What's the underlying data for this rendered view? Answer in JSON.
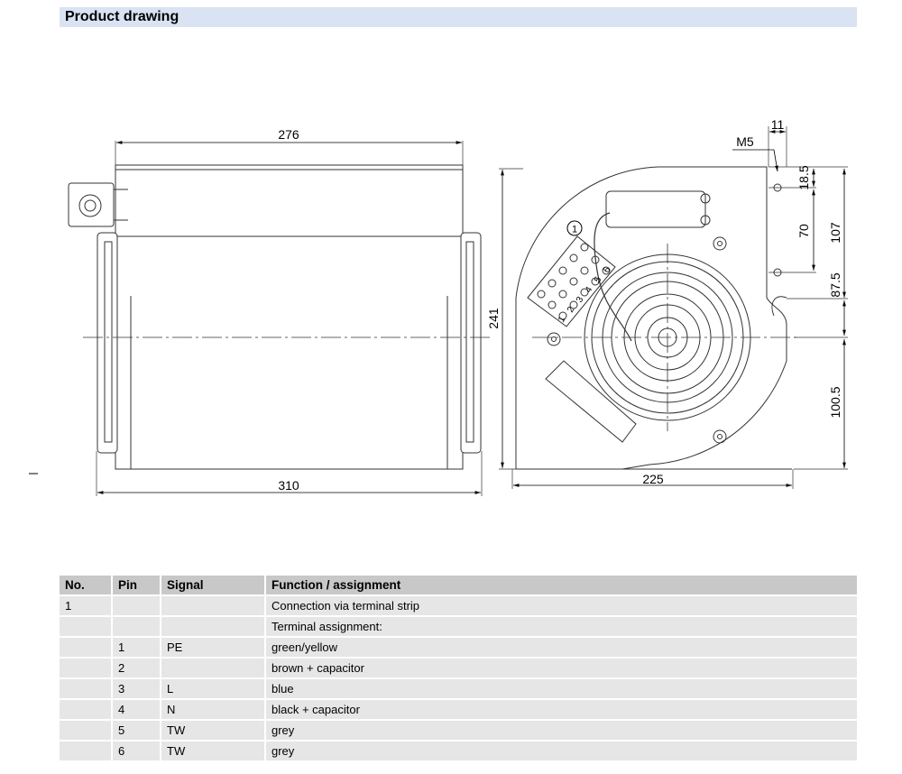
{
  "header": {
    "title": "Product drawing"
  },
  "drawing": {
    "dims": {
      "top_width": "276",
      "bottom_width": "310",
      "height": "241",
      "side_width": "225",
      "m5": "M5",
      "d11": "11",
      "d18_5": "18.5",
      "d70": "70",
      "d107": "107",
      "d87_5": "87.5",
      "d100_5": "100.5"
    },
    "callout": "1",
    "terminal_numbers": [
      "1",
      "2",
      "3",
      "4",
      "5",
      "6"
    ]
  },
  "table": {
    "headers": [
      "No.",
      "Pin",
      "Signal",
      "Function / assignment"
    ],
    "rows": [
      [
        "1",
        "",
        "",
        "Connection via terminal strip"
      ],
      [
        "",
        "",
        "",
        "Terminal assignment:"
      ],
      [
        "",
        "1",
        "PE",
        "green/yellow"
      ],
      [
        "",
        "2",
        "",
        "brown + capacitor"
      ],
      [
        "",
        "3",
        "L",
        "blue"
      ],
      [
        "",
        "4",
        "N",
        "black + capacitor"
      ],
      [
        "",
        "5",
        "TW",
        "grey"
      ],
      [
        "",
        "6",
        "TW",
        "grey"
      ]
    ]
  }
}
